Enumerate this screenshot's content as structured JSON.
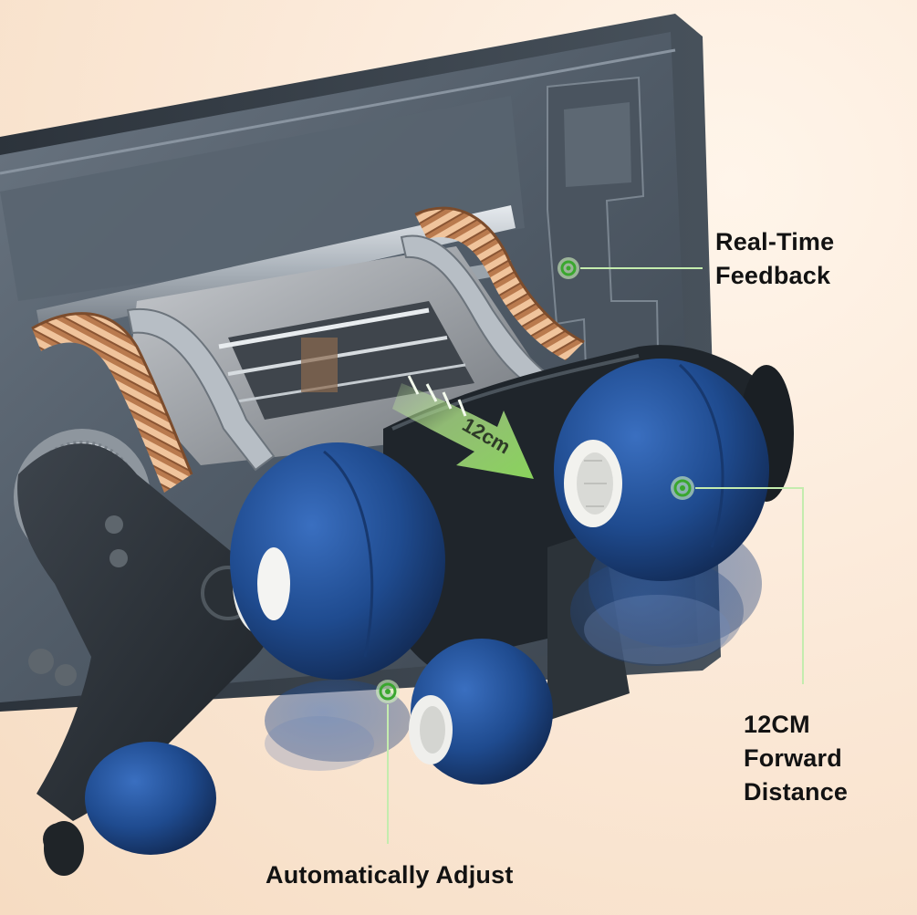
{
  "photo": {
    "subject": "massage chair roller mechanism",
    "colors": {
      "background": "#fbe9d8",
      "frame": "#4f5a66",
      "roller": "#1f4b8f",
      "gear": "#d49a68",
      "accent": "#9be07a"
    }
  },
  "arrow_label": "12cm",
  "labels": {
    "realtime": [
      "Real-Time",
      "Feedback"
    ],
    "forward": [
      "12CM",
      "Forward",
      "Distance"
    ],
    "adjust": "Automatically Adjust"
  }
}
